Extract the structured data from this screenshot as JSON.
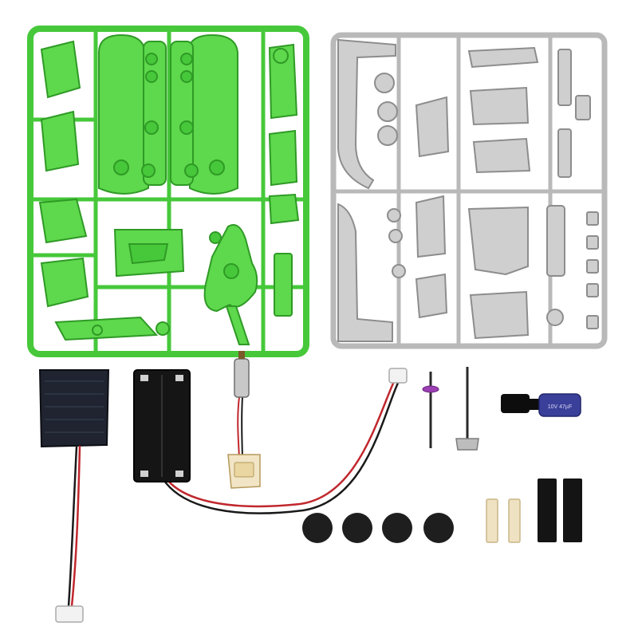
{
  "colors": {
    "background": "#ffffff",
    "green_frame": "#46c83a",
    "green_part": "#5ed84c",
    "green_dark": "#2f9a26",
    "grey_frame": "#b9b9b9",
    "grey_part": "#cfcfcf",
    "grey_dark": "#8d8d8d",
    "solar_panel": "#1f2430",
    "battery_holder": "#151515",
    "wire_red": "#c0272d",
    "wire_black": "#1a1a1a",
    "rubber": "#1e1e1e",
    "foam": "#141414",
    "wood": "#efe2c2",
    "capacitor": "#3a3f9a",
    "gear_purple": "#9b3fb2"
  },
  "capacitor_print": "10V 47µF",
  "parts": [
    {
      "name": "green-sprue-frame"
    },
    {
      "name": "grey-sprue-frame"
    },
    {
      "name": "solar-panel"
    },
    {
      "name": "battery-holder"
    },
    {
      "name": "micro-motor"
    },
    {
      "name": "connector-cable"
    },
    {
      "name": "gear-shaft"
    },
    {
      "name": "crank-shaft"
    },
    {
      "name": "capacitor"
    },
    {
      "name": "rubber-wheels"
    },
    {
      "name": "wooden-pins"
    },
    {
      "name": "foam-pads"
    }
  ]
}
